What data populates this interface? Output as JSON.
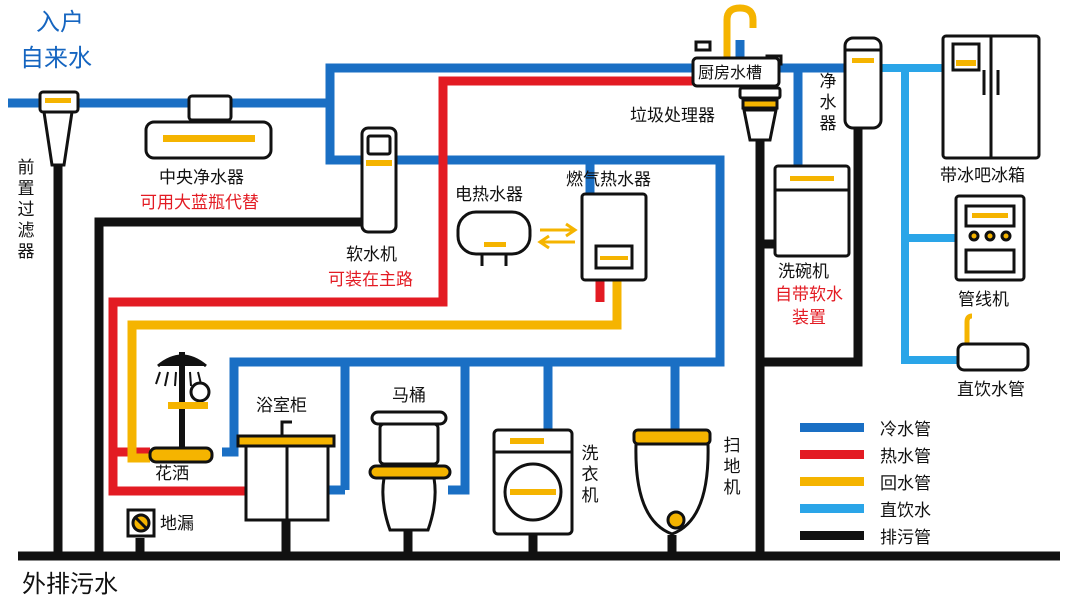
{
  "labels": {
    "inlet_line1": "入户",
    "inlet_line2": "自来水",
    "prefilter": "前置过滤器",
    "central_purifier": "中央净水器",
    "central_purifier_note": "可用大蓝瓶代替",
    "softener": "软水机",
    "softener_note": "可装在主路",
    "electric_heater": "电热水器",
    "gas_heater": "燃气热水器",
    "kitchen_sink": "厨房水槽",
    "disposer": "垃圾处理器",
    "water_purifier": "净水器",
    "fridge": "带冰吧冰箱",
    "dishwasher": "洗碗机",
    "dishwasher_note_1": "自带软水",
    "dishwasher_note_2": "装置",
    "pipeline_machine": "管线机",
    "drinking_tap": "直饮水管",
    "bath_cabinet": "浴室柜",
    "toilet": "马桶",
    "washer": "洗衣机",
    "sweeper": "扫地机",
    "shower": "花洒",
    "floor_drain": "地漏",
    "outlet": "外排污水"
  },
  "legend": [
    {
      "label": "冷水管",
      "color": "#1a6fc4"
    },
    {
      "label": "热水管",
      "color": "#e31b23"
    },
    {
      "label": "回水管",
      "color": "#f5b400"
    },
    {
      "label": "直饮水",
      "color": "#2aa5e8"
    },
    {
      "label": "排污管",
      "color": "#111111"
    }
  ],
  "colors": {
    "cold": "#1a6fc4",
    "hot": "#e31b23",
    "return": "#f5b400",
    "drinking": "#2aa5e8",
    "sewage": "#111111",
    "red_note": "#e31b23",
    "inlet_text": "#1565c0"
  }
}
